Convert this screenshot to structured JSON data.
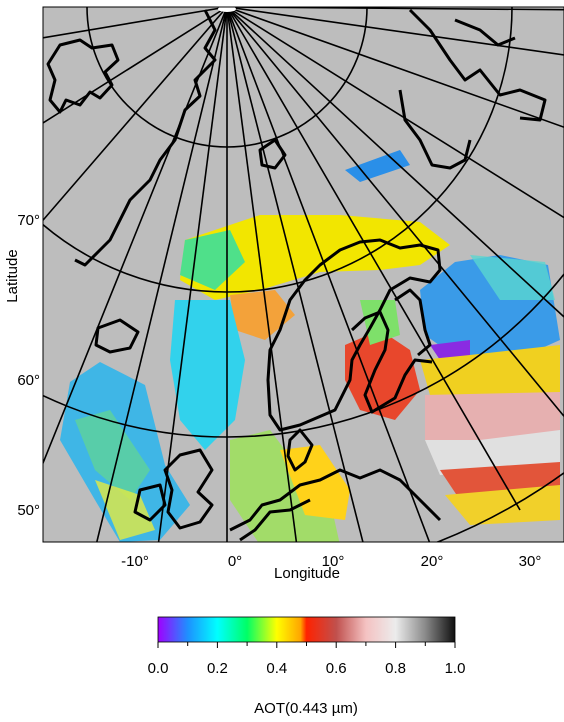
{
  "map": {
    "x_axis_label": "Longitude",
    "y_axis_label": "Latitude",
    "longitude_ticks": [
      "-10°",
      "0°",
      "10°",
      "20°",
      "30°"
    ],
    "latitude_ticks": [
      "70°",
      "60°",
      "50°"
    ],
    "background_color": "#bdbdbd",
    "coastline_color": "#000000",
    "graticule_color": "#000000"
  },
  "colorbar": {
    "label": "AOT(0.443 µm)",
    "ticks": [
      "0.0",
      "0.2",
      "0.4",
      "0.6",
      "0.8",
      "1.0"
    ],
    "range": [
      0.0,
      1.0
    ],
    "colors": [
      "#a000ff",
      "#1e90ff",
      "#00ffff",
      "#00ff66",
      "#ffff00",
      "#ffa500",
      "#ff2200",
      "#c0504d",
      "#f4c2c2",
      "#ececec",
      "#8a8a8a",
      "#101010"
    ]
  }
}
